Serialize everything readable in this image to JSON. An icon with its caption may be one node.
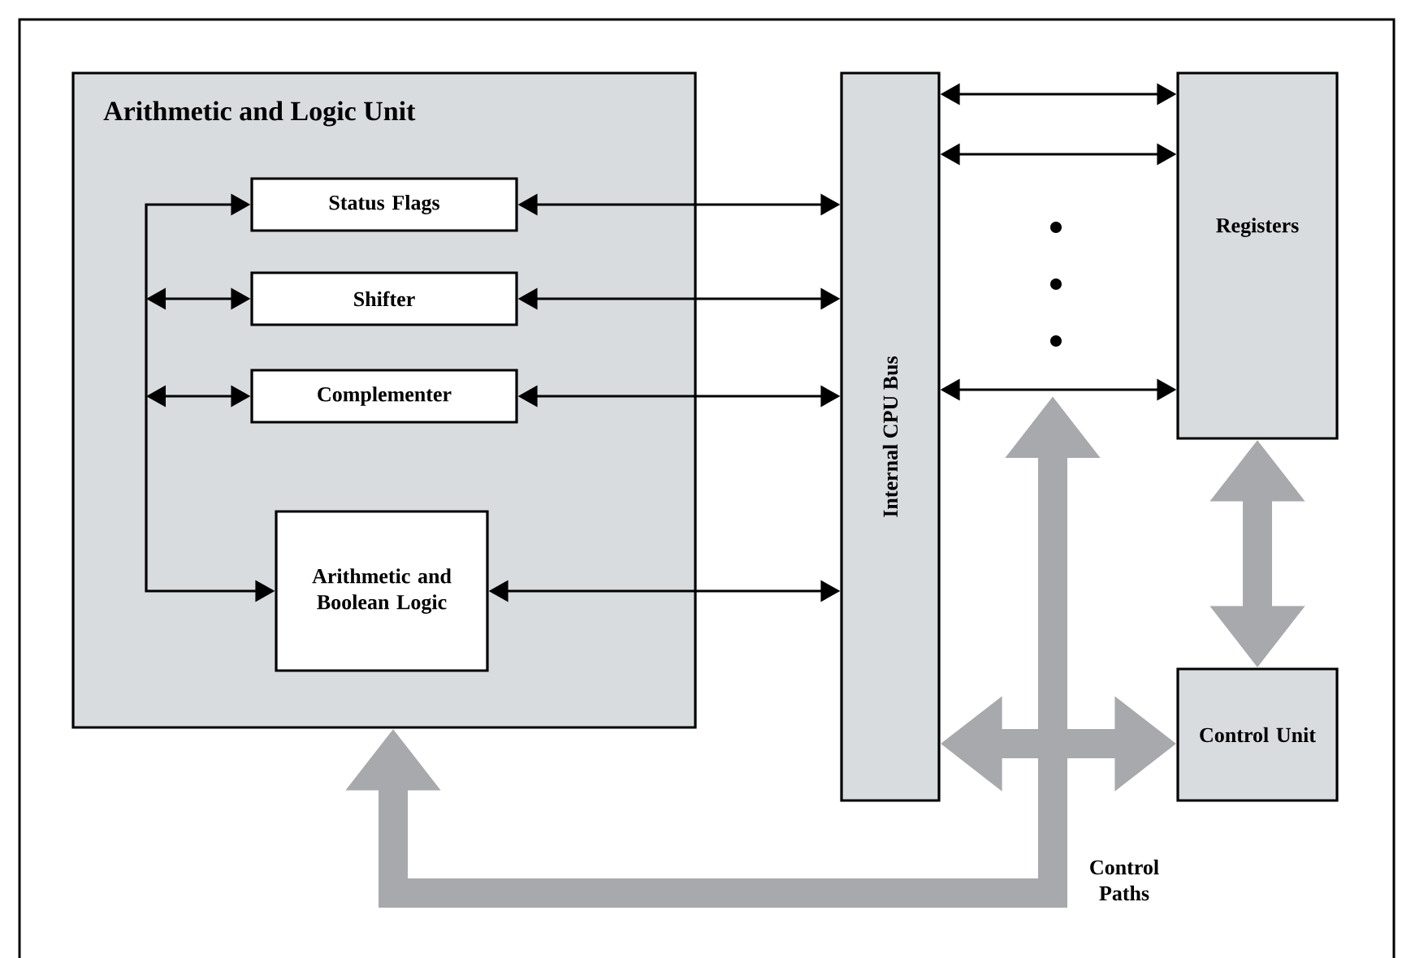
{
  "diagram": {
    "nodes": [
      {
        "text": [
          "Arithmetic and Logic Unit"
        ]
      },
      {
        "text": [
          "Status Flags"
        ],
        "in": 0
      },
      {
        "text": [
          "Shifter"
        ],
        "in": 0
      },
      {
        "text": [
          "Complementer"
        ],
        "in": 0
      },
      {
        "text": [
          "Arithmetic and Boolean Logic"
        ],
        "in": 0
      },
      {
        "text": [
          "Internal CPU Bus"
        ]
      },
      {
        "text": [
          "Registers"
        ]
      },
      {
        "text": [
          "Control Unit"
        ]
      }
    ],
    "edges": [
      {
        "from": 1,
        "to": 4,
        "arrow": "both"
      },
      {
        "from": null,
        "to": 2,
        "arrow": "both"
      },
      {
        "from": null,
        "to": 3,
        "arrow": "both"
      },
      {
        "from": 1,
        "to": 5,
        "arrow": "both"
      },
      {
        "from": 2,
        "to": 5,
        "arrow": "both"
      },
      {
        "from": 3,
        "to": 5,
        "arrow": "both"
      },
      {
        "from": 4,
        "to": 5,
        "arrow": "both"
      },
      {
        "from": 5,
        "to": 6,
        "arrow": "both"
      },
      {
        "from": 5,
        "to": 6,
        "arrow": "both"
      },
      {
        "from": 5,
        "to": 6,
        "arrow": "both"
      },
      {
        "from": 6,
        "to": 7,
        "arrow": "both",
        "style": "thick",
        "color": "#a8a9ad"
      },
      {
        "from": 5,
        "to": 7,
        "arrow": "both",
        "style": "thick",
        "color": "#a8a9ad"
      },
      {
        "from": null,
        "to": 0,
        "arrow": "both",
        "style": "thick",
        "color": "#a8a9ad"
      }
    ],
    "labels": [
      "Control Paths"
    ]
  }
}
